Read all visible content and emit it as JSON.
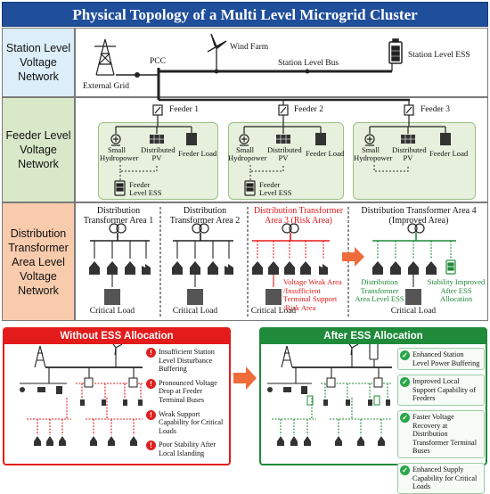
{
  "title": "Physical Topology of a Multi Level Microgrid Cluster",
  "rows": {
    "station": "Station Level Voltage Network",
    "feeder": "Feeder Level Voltage Network",
    "distribution": "Distribution Transformer Area Level Voltage Network"
  },
  "station": {
    "external_grid": "External Grid",
    "pcc": "PCC",
    "wind_farm": "Wind Farm",
    "bus": "Station Level Bus",
    "ess": "Station Level ESS"
  },
  "feeders": [
    {
      "name": "Feeder 1",
      "hydro": "Small Hydropower",
      "pv": "Distributed PV",
      "load": "Feeder Load",
      "ess": "Feeder Level ESS"
    },
    {
      "name": "Feeder 2",
      "hydro": "Small Hydropower",
      "pv": "Distributed PV",
      "load": "Feeder Load",
      "ess": "Feeder Level ESS"
    },
    {
      "name": "Feeder 3",
      "hydro": "Small Hydropower",
      "pv": "Distributed PV",
      "load": "Feeder Load"
    }
  ],
  "areas": [
    {
      "title": "Distribution Transformer Area 1",
      "load": "Critical Load"
    },
    {
      "title": "Distribution Transformer Area 2",
      "load": "Critical Load"
    },
    {
      "title": "Distribution Transformer Area 3 (Risk Area)",
      "load": "Critical Load",
      "note": "Voltage Weak Area /Insufficient Terminal Support /Risk Area"
    },
    {
      "title": "Distribution Transformer Area 4 (Improved Area)",
      "load": "Critical Load",
      "ess_note": "Distribution Transformer Area Level ESS",
      "improve_note": "Stability Improved After ESS Allocation"
    }
  ],
  "without": {
    "title": "Without ESS Allocation",
    "items": [
      "Insufficient Station Level Disturbance Buffering",
      "Pronounced Voltage Drop at Feeder Terminal Buses",
      "Weak Support Capability for Critical Loads",
      "Poor Stability After Local Islanding"
    ]
  },
  "after": {
    "title": "After ESS Allocation",
    "items": [
      "Enhanced Station Level Power Buffering",
      "Improved Local Support Capability of Feeders",
      "Faster Voltage Recovery at Distribution Transformer Terminal Buses",
      "Enhanced Supply Capability for Critical Loads"
    ]
  },
  "colors": {
    "title_bg": "#1f4e9a",
    "station_label_bg": "#dbeef9",
    "feeder_label_bg": "#d9e8c9",
    "distribution_label_bg": "#f8cbad",
    "feeder_box": "#e6f0dc",
    "risk": "#e31b1b",
    "improved": "#1f8a3a",
    "arrow": "#f06b3a"
  }
}
